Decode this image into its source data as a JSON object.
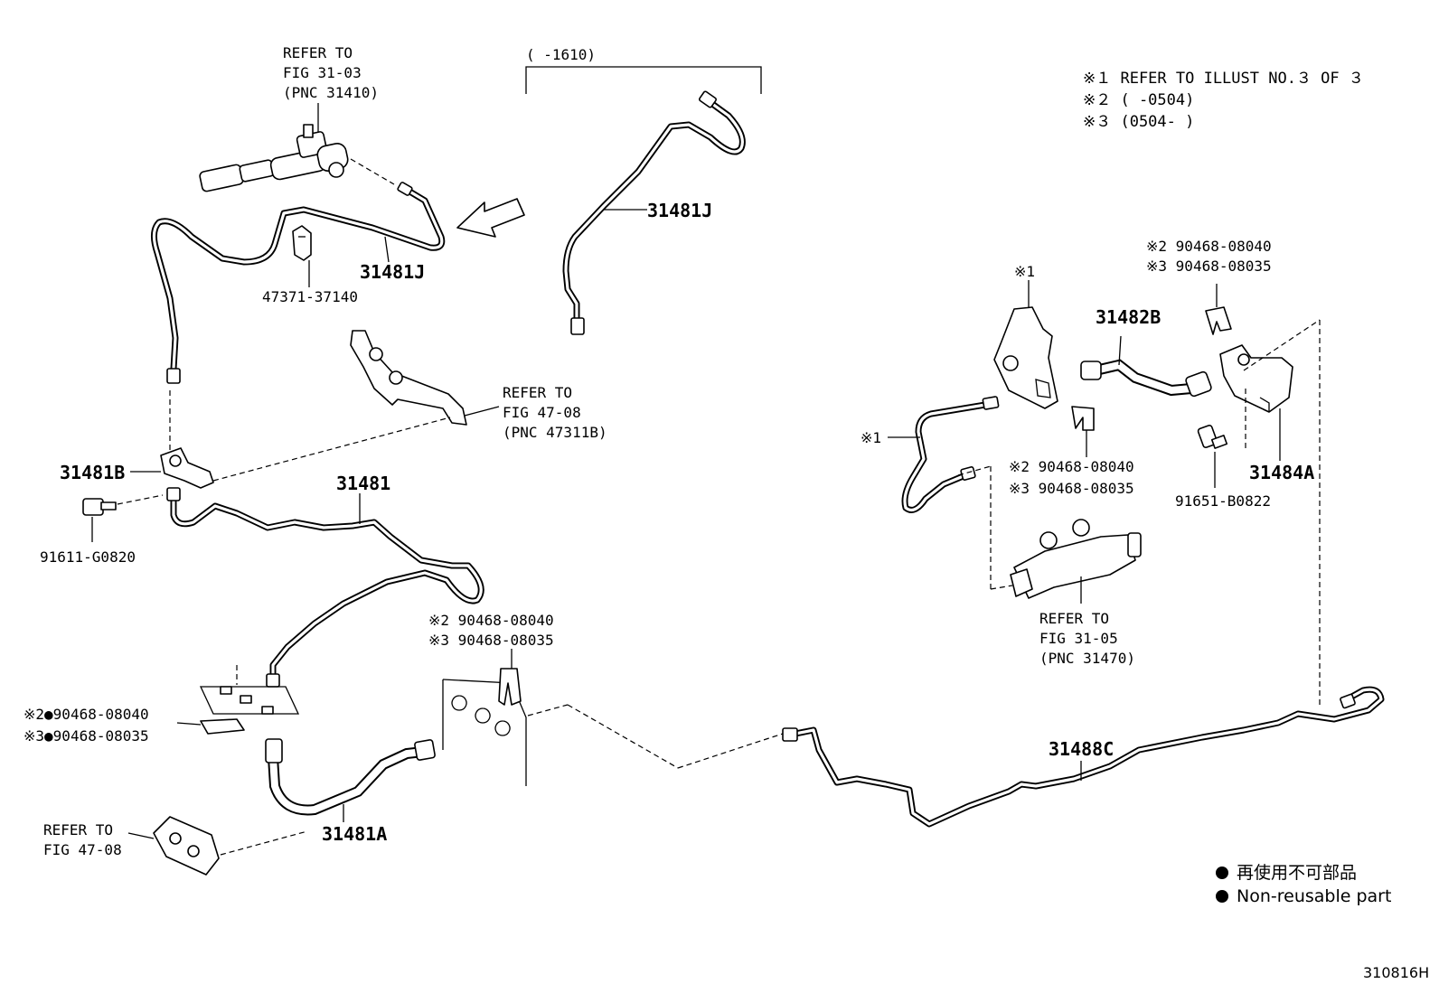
{
  "notes": {
    "line1": "※１ REFER TO ILLUST NO.３ OF ３",
    "line2": "※２ (     -0504)",
    "line3": "※３ (0504-     )"
  },
  "top_bracket_range": "(     -1610)",
  "references": {
    "fig_31_03": [
      "REFER TO",
      "FIG 31-03",
      "(PNC 31410)"
    ],
    "fig_47_08_upper": [
      "REFER TO",
      "FIG 47-08",
      "(PNC 47311B)"
    ],
    "fig_31_05": [
      "REFER TO",
      "FIG 31-05",
      "(PNC 31470)"
    ],
    "fig_47_08_lower": [
      "REFER TO",
      "FIG 47-08"
    ]
  },
  "parts": {
    "p31481J_left": "31481J",
    "p31481J_right": "31481J",
    "p47371": "47371-37140",
    "p31481B": "31481B",
    "p31481": "31481",
    "p91611": "91611-G0820",
    "p31481A": "31481A",
    "p31482B": "31482B",
    "p31484A": "31484A",
    "p91651": "91651-B0822",
    "p31488C": "31488C",
    "ref1_upper": "※1",
    "ref1_left": "※1"
  },
  "clips": {
    "top_right": [
      "※2 90468-08040",
      "※3 90468-08035"
    ],
    "mid_right": [
      "※2 90468-08040",
      "※3 90468-08035"
    ],
    "center": [
      "※2 90468-08040",
      "※3 90468-08035"
    ],
    "left_nonreusable": [
      "※2●90468-08040",
      "※3●90468-08035"
    ]
  },
  "legend": {
    "japanese": "再使用不可部品",
    "english": "Non-reusable part"
  },
  "illustration_code": "310816H"
}
